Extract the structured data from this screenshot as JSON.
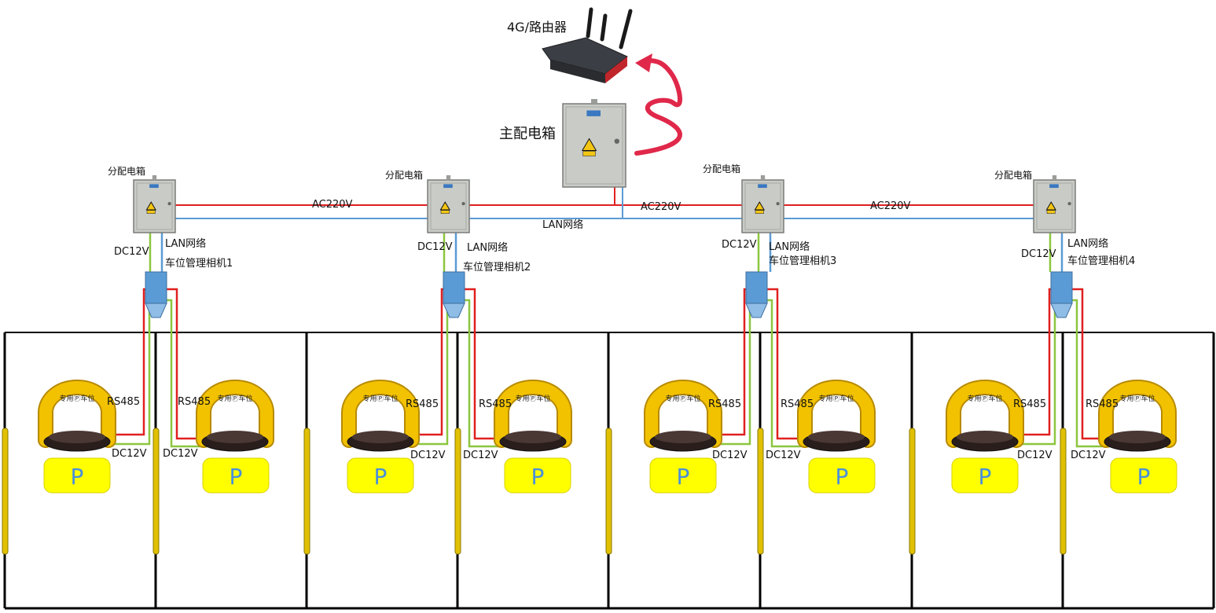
{
  "labels": {
    "router": "4G/路由器",
    "main_box": "主配电箱",
    "sub_box": "分配电箱",
    "ac": "AC220V",
    "lan_backbone": "LAN网络",
    "lan": "LAN网络",
    "dc": "DC12V",
    "rs485": "RS485",
    "parking_mark": "P",
    "lock_band_text": "专用Ⓟ车位"
  },
  "cameras": [
    "车位管理相机1",
    "车位管理相机2",
    "车位管理相机3",
    "车位管理相机4"
  ],
  "colors": {
    "ac_line": "#e02020",
    "lan_line": "#5b9bd5",
    "dc_line": "#8cc63f",
    "rs485_line": "#e02020",
    "camera": "#5b9bd5",
    "parking_sign": "#ffff00",
    "parking_letter": "#4a90d9",
    "lock_band": "#f2c200",
    "bay_outline": "#000000",
    "curb": "#e0c000",
    "arrow": "#e0284a",
    "cabinet": "#c9cbc6"
  }
}
